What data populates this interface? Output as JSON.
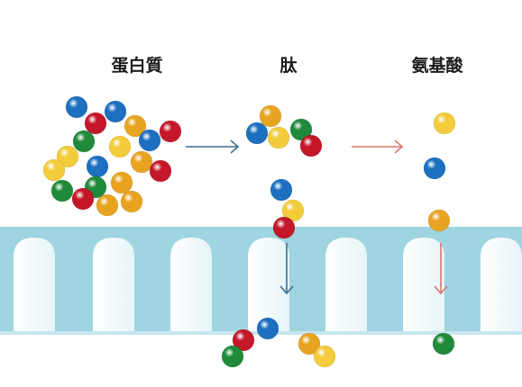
{
  "labels": {
    "protein": "蛋白質",
    "peptide": "肽",
    "amino_acid": "氨基酸"
  },
  "colors": {
    "blue": "#1d6fbf",
    "red": "#c4182a",
    "green": "#1f8a3a",
    "yellow": "#f2cc3a",
    "gold": "#e8a320",
    "membrane": "#9fd5e0",
    "membrane_light": "#d7eef4",
    "arrow_blue": "#3c6f93",
    "arrow_red": "#d9786f"
  },
  "arrows": [
    {
      "name": "arrow-protein-to-peptide",
      "color": "arrow_blue"
    },
    {
      "name": "arrow-peptide-to-amino",
      "color": "arrow_red"
    },
    {
      "name": "arrow-peptide-absorption",
      "color": "arrow_blue"
    },
    {
      "name": "arrow-amino-absorption",
      "color": "arrow_red"
    }
  ]
}
